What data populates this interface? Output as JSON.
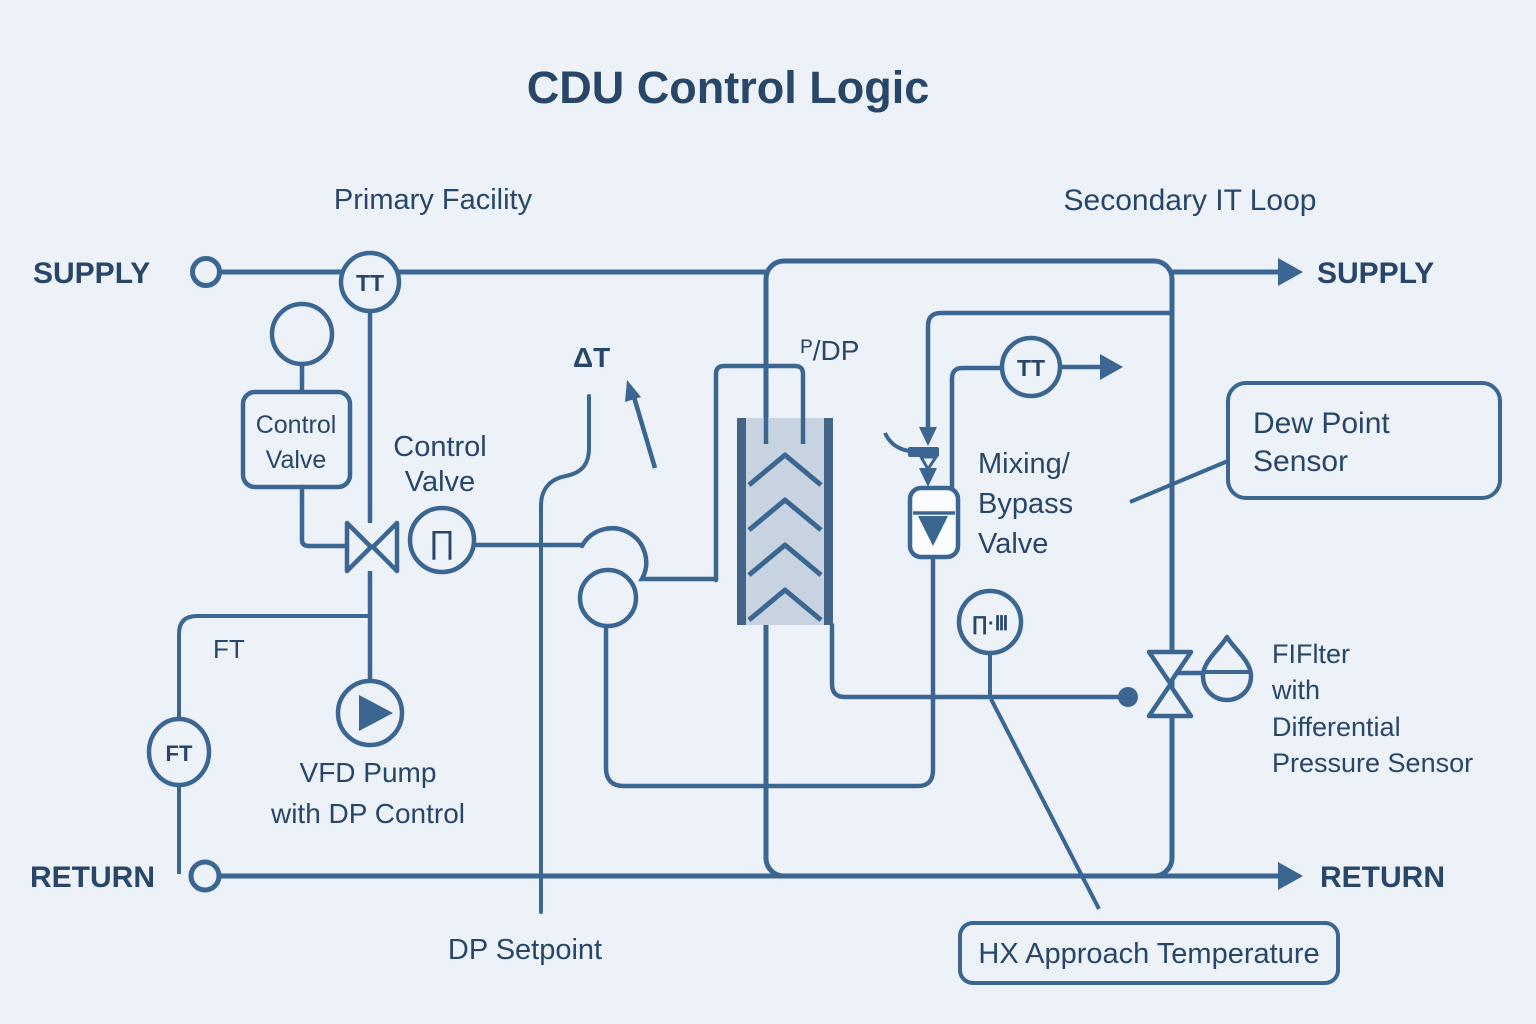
{
  "title": "CDU Control Logic",
  "sections": {
    "primary": "Primary Facility",
    "secondary": "Secondary IT Loop"
  },
  "ports": {
    "supply_left": "SUPPLY",
    "supply_right": "SUPPLY",
    "return_left": "RETURN",
    "return_right": "RETURN"
  },
  "instruments": {
    "tt_primary": "TT",
    "tt_secondary": "TT",
    "ft_label": "FT",
    "ft_circle": "FT",
    "positioner_glyph": "∏",
    "approach_glyph": "∏·Ⅲ"
  },
  "labels": {
    "control_valve_box": [
      "Control",
      "Valve"
    ],
    "control_valve": [
      "Control",
      "Valve"
    ],
    "delta_t": "ΔT",
    "p_dp": "ᴾ/DP",
    "mixing_bypass": [
      "Mixing/",
      "Bypass",
      "Valve"
    ],
    "vfd_pump": [
      "VFD Pump",
      "with DP Control"
    ],
    "dp_setpoint": "DP Setpoint",
    "dew_point": [
      "Dew Point",
      "Sensor"
    ],
    "filter": [
      "FIFlter",
      "with",
      "Differential",
      "Pressure Sensor"
    ],
    "hx_approach": "HX Approach Temperature"
  },
  "colors": {
    "background": "#edf1f8",
    "line": "#3b6692",
    "text": "#274668",
    "hx_fill": "#c7d3e0"
  }
}
